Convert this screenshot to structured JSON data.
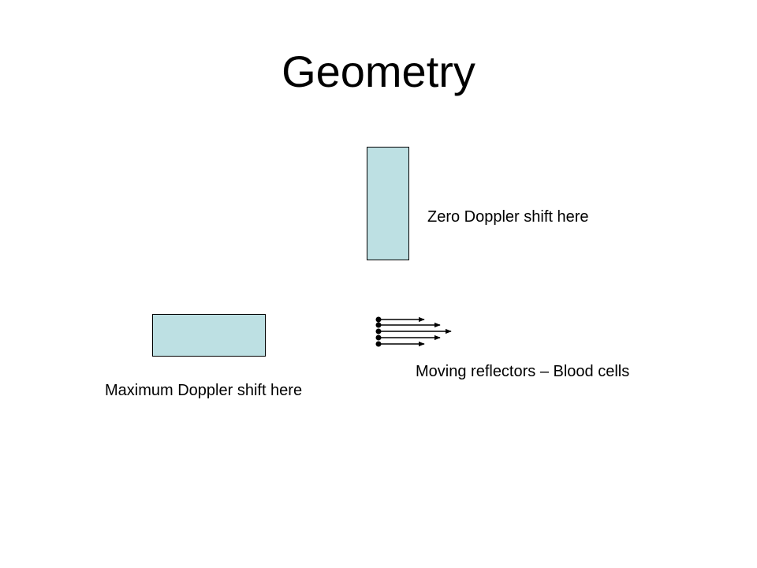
{
  "title": "Geometry",
  "labels": {
    "zero_shift": "Zero Doppler shift here",
    "moving_reflectors": "Moving reflectors – Blood cells",
    "max_shift": "Maximum Doppler shift here"
  },
  "colors": {
    "transducer_fill": "#bde0e3",
    "outline": "#000000",
    "background": "#ffffff"
  },
  "reflectors": {
    "count": 5,
    "icon": "dot-with-arrow"
  }
}
